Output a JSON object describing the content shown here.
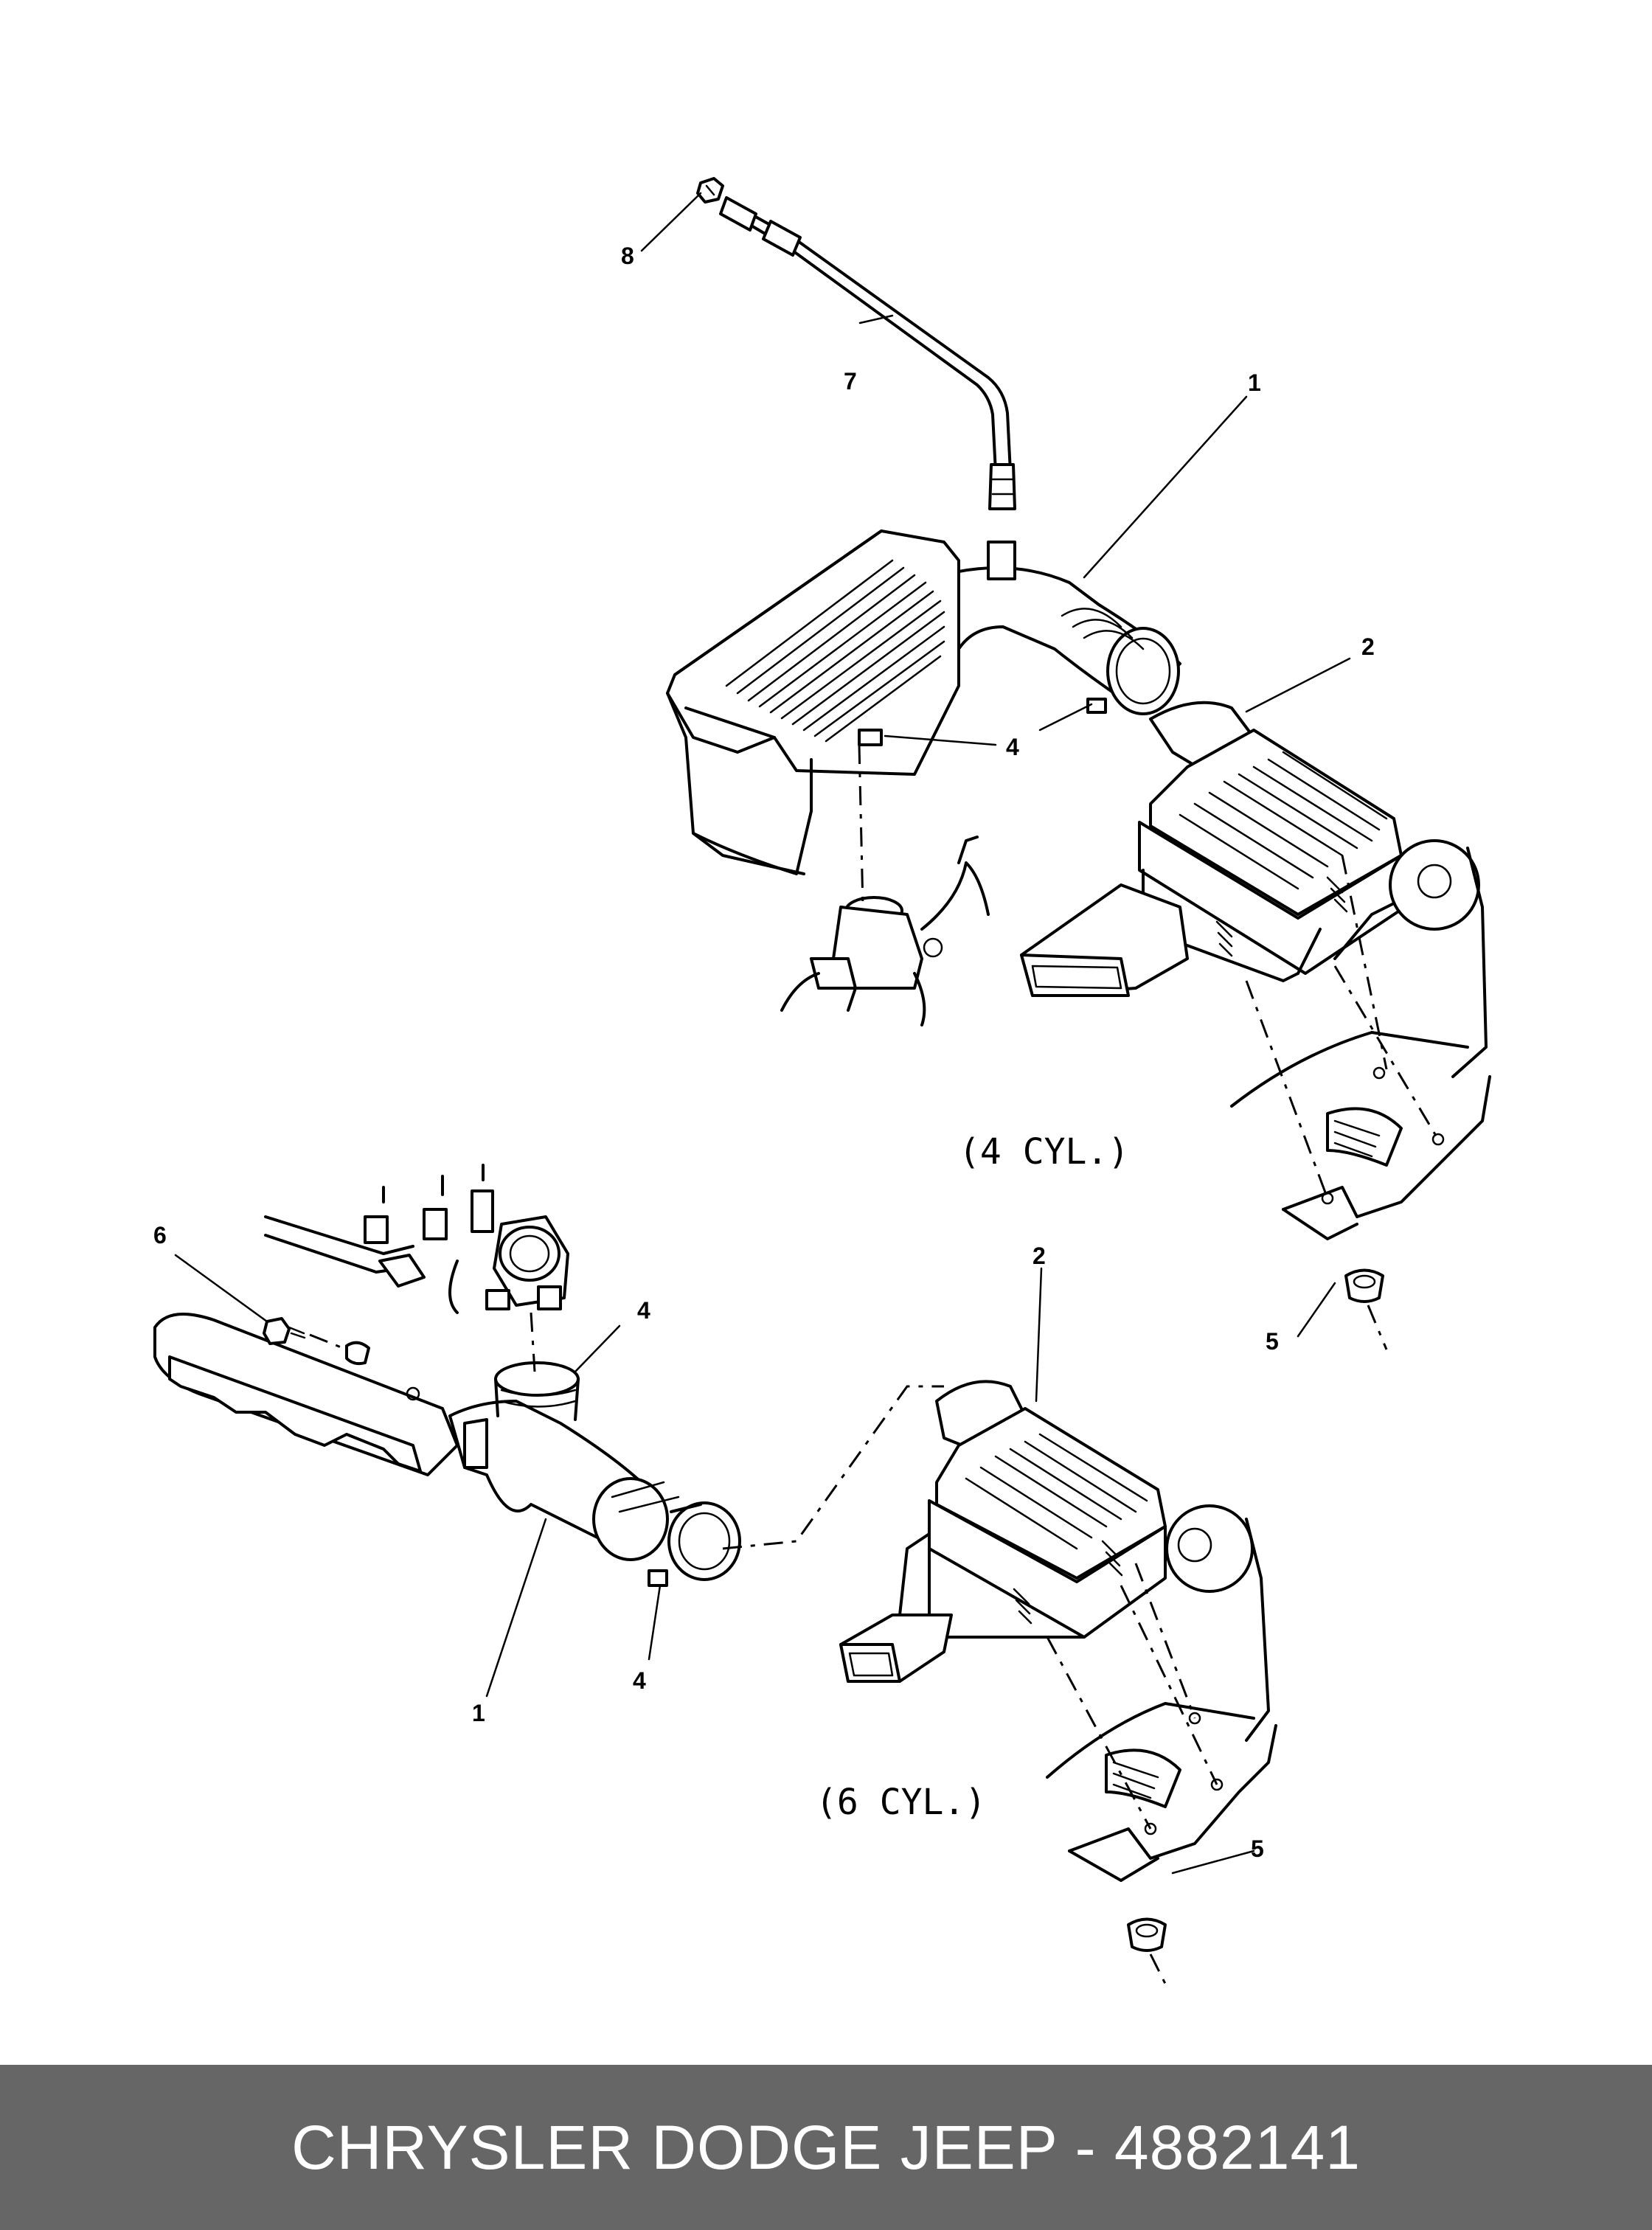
{
  "diagram": {
    "variants": {
      "four_cyl": "(4 CYL.)",
      "six_cyl": "(6 CYL.)"
    },
    "callouts_4cyl": {
      "c1": "1",
      "c2": "2",
      "c4": "4",
      "c5": "5",
      "c7": "7",
      "c8": "8"
    },
    "callouts_6cyl": {
      "c1": "1",
      "c2": "2",
      "c4a": "4",
      "c4b": "4",
      "c5": "5",
      "c6": "6"
    }
  },
  "footer": {
    "text": "CHRYSLER DODGE JEEP - 4882141",
    "background": "#666666",
    "color": "#ffffff"
  }
}
